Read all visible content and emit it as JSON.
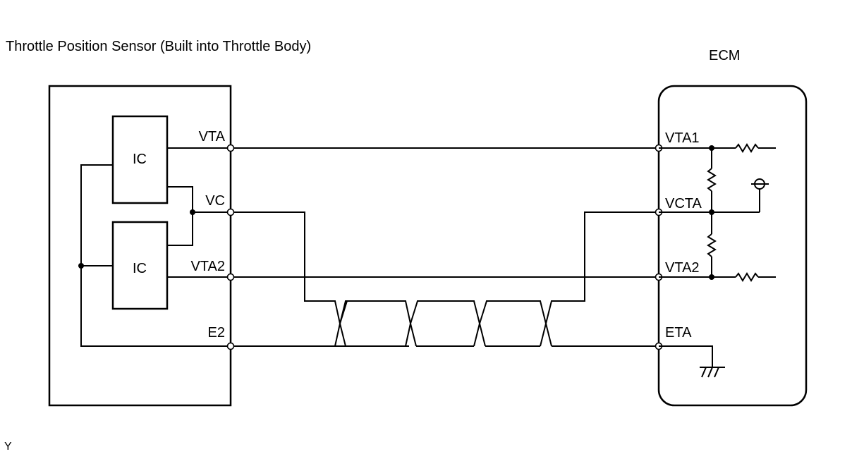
{
  "sensor": {
    "title": "Throttle Position Sensor (Built into Throttle Body)",
    "ic_labels": [
      "IC",
      "IC"
    ],
    "pins": [
      "VTA",
      "VC",
      "VTA2",
      "E2"
    ]
  },
  "ecm": {
    "title": "ECM",
    "pins": [
      "VTA1",
      "VCTA",
      "VTA2",
      "ETA"
    ]
  },
  "footer_mark": "Y"
}
